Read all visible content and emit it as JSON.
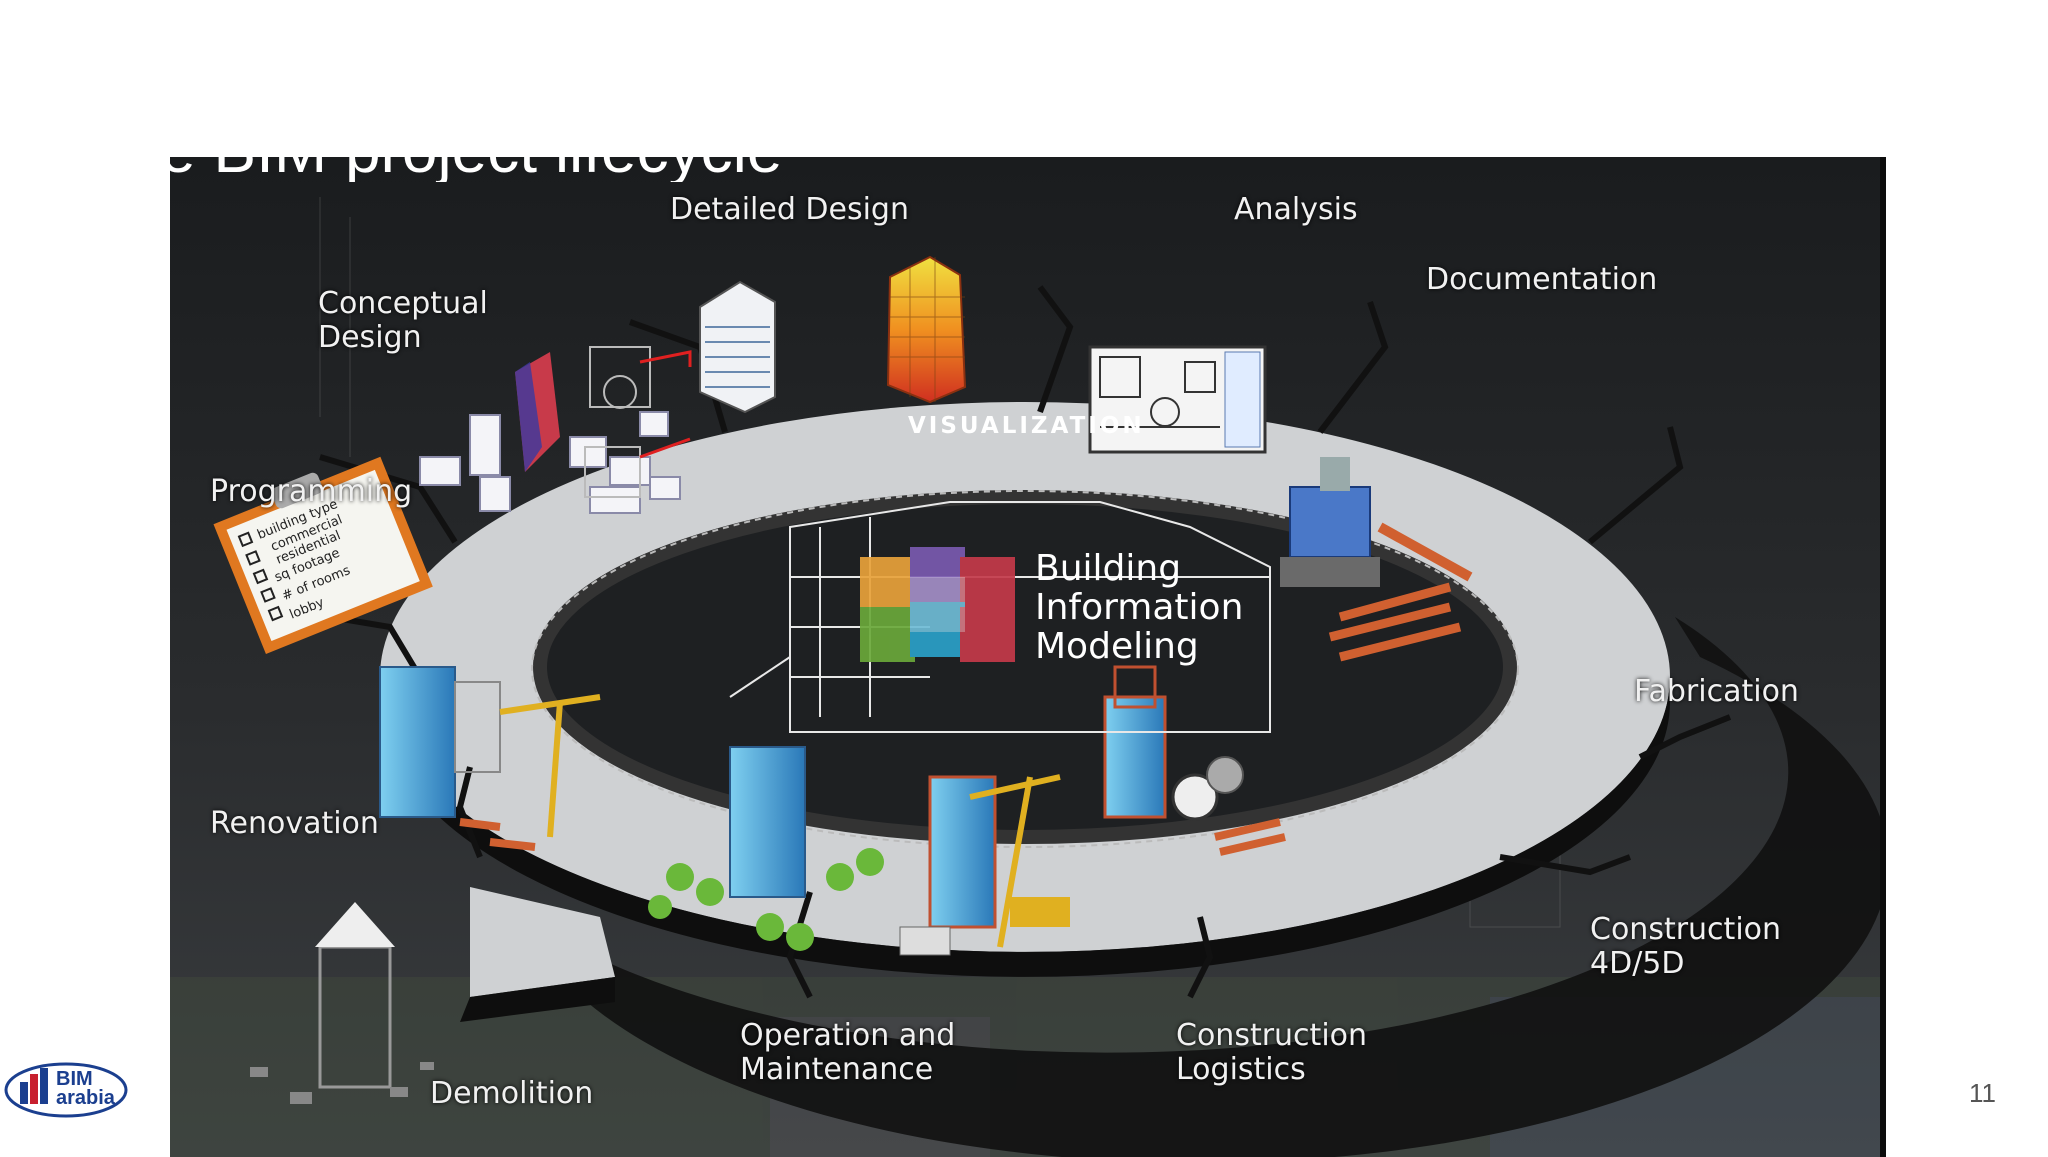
{
  "slide": {
    "title": "e BIM project lifecycle",
    "page_number": "11"
  },
  "diagram": {
    "center": {
      "line1": "Building",
      "line2": "Information",
      "line3": "Modeling"
    },
    "ring_caption": "VISUALIZATION",
    "stages": {
      "conceptual_design_1": "Conceptual",
      "conceptual_design_2": "Design",
      "detailed_design": "Detailed Design",
      "analysis": "Analysis",
      "documentation": "Documentation",
      "fabrication": "Fabrication",
      "construction_4d5d_1": "Construction",
      "construction_4d5d_2": "4D/5D",
      "construction_logistics_1": "Construction",
      "construction_logistics_2": "Logistics",
      "operation_1": "Operation and",
      "operation_2": "Maintenance",
      "demolition": "Demolition",
      "renovation": "Renovation",
      "programming": "Programming"
    },
    "checklist": [
      "building type",
      "commercial",
      "residential",
      "sq footage",
      "# of rooms",
      "lobby"
    ]
  },
  "logo": {
    "line1": "BIM",
    "line2": "arabia"
  },
  "colors": {
    "ring": "#cfd1d3",
    "panel": "#151719",
    "cube_colors": [
      "#e8a23a",
      "#c43a4a",
      "#7a5ab0",
      "#2aa0c8",
      "#6aa83a",
      "#d8c83a"
    ],
    "logo_blue": "#1b3f8f",
    "logo_red": "#c8202e"
  }
}
